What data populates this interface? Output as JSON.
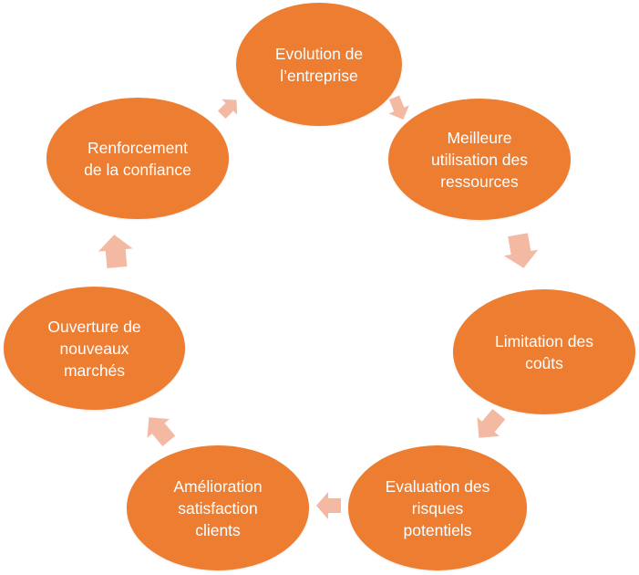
{
  "diagram": {
    "nodes": [
      {
        "id": "n0",
        "label": "Evolution de\nl’entreprise"
      },
      {
        "id": "n1",
        "label": "Meilleure\nutilisation des\nressources"
      },
      {
        "id": "n2",
        "label": "Limitation des\ncoûts"
      },
      {
        "id": "n3",
        "label": "Evaluation des\nrisques\npotentiels"
      },
      {
        "id": "n4",
        "label": "Amélioration\nsatisfaction\nclients"
      },
      {
        "id": "n5",
        "label": "Ouverture de\nnouveaux\nmarchés"
      },
      {
        "id": "n6",
        "label": "Renforcement\nde la confiance"
      }
    ],
    "colors": {
      "node_fill": "#ED7D31",
      "node_text": "#FFFFFF",
      "arrow_fill": "#F4B9A3"
    }
  }
}
